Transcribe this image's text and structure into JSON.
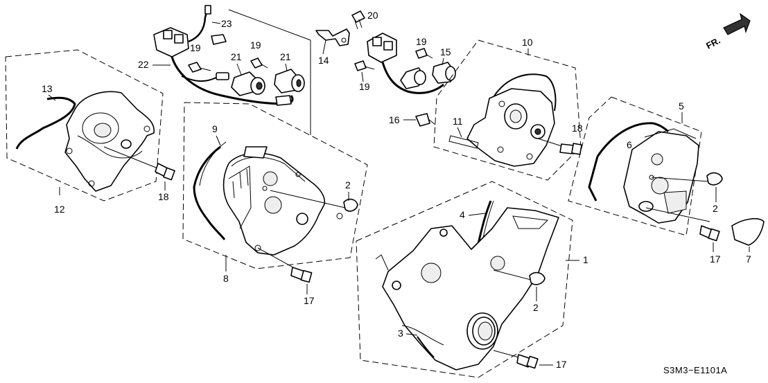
{
  "diagram_code": "S3M3−E1101A",
  "direction_label": "FR.",
  "callouts": {
    "p1": "1",
    "p2a": "2",
    "p2b": "2",
    "p2c": "2",
    "p3": "3",
    "p4": "4",
    "p5": "5",
    "p6": "6",
    "p7": "7",
    "p8": "8",
    "p9": "9",
    "p10": "10",
    "p11": "11",
    "p12": "12",
    "p13": "13",
    "p14": "14",
    "p15": "15",
    "p16": "16",
    "p17a": "17",
    "p17b": "17",
    "p17c": "17",
    "p18a": "18",
    "p18b": "18",
    "p19a": "19",
    "p19b": "19",
    "p19c": "19",
    "p19d": "19",
    "p20": "20",
    "p21a": "21",
    "p21b": "21",
    "p22": "22",
    "p23": "23"
  }
}
